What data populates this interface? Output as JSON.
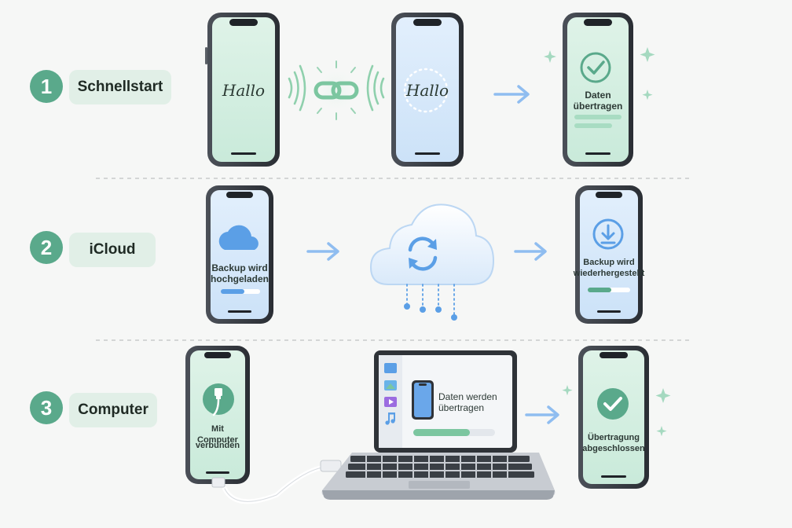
{
  "steps": [
    {
      "number": "1",
      "label": "Schnellstart"
    },
    {
      "number": "2",
      "label": "iCloud"
    },
    {
      "number": "3",
      "label": "Computer"
    }
  ],
  "row1": {
    "phone1_text": "Hallo",
    "phone2_text": "Hallo",
    "phone3_line1": "Daten",
    "phone3_line2": "übertragen"
  },
  "row2": {
    "phone1_line1": "Backup wird",
    "phone1_line2": "hochgeladen",
    "phone2_line1": "Backup wird",
    "phone2_line2": "wiederhergestellt"
  },
  "row3": {
    "phone1_line1": "Mit Computer",
    "phone1_line2": "verbunden",
    "laptop_line1": "Daten werden",
    "laptop_line2": "übertragen",
    "phone2_line1": "Übertragung",
    "phone2_line2": "abgeschlossen"
  },
  "colors": {
    "accent_green": "#5aa98b",
    "screen_green": "#d3eddf",
    "screen_blue": "#d6e8fb",
    "arrow_blue": "#8fbdf0",
    "cloud_blue": "#5b9fe6"
  }
}
